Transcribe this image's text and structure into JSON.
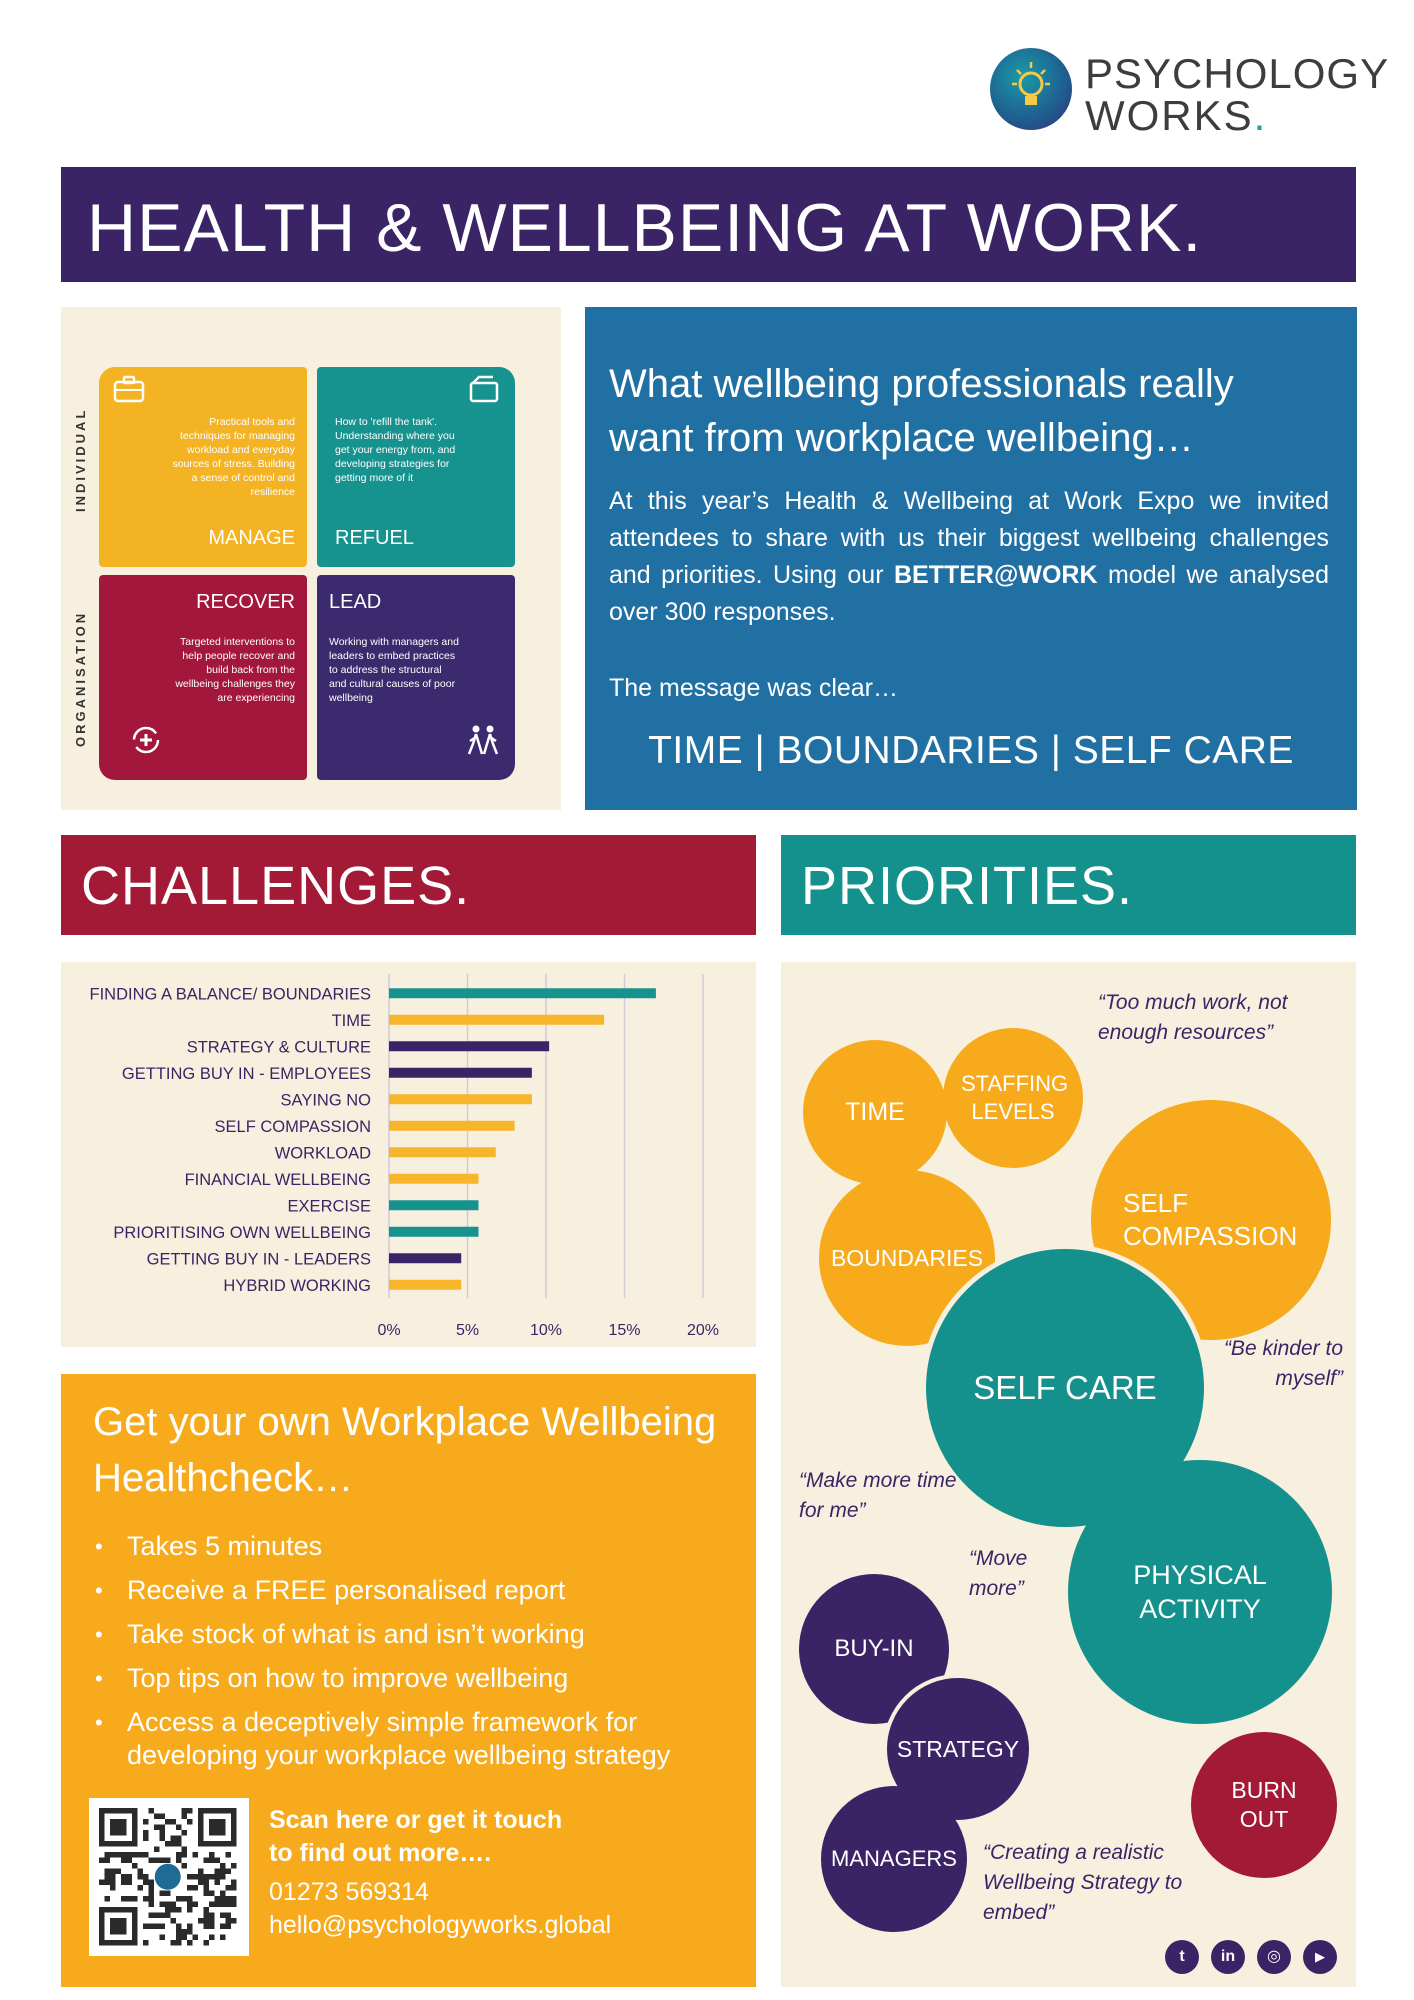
{
  "logo": {
    "line1": "PSYCHOLOGY",
    "line2": "WORKS",
    "dot": "."
  },
  "title": "HEALTH & WELLBEING AT WORK.",
  "model": {
    "axis_individual": "INDIVIDUAL",
    "axis_organisation": "ORGANISATION",
    "manage": {
      "title": "MANAGE",
      "desc": "Practical tools and techniques for managing workload and everyday sources of stress. Building a sense of control and resilience"
    },
    "refuel": {
      "title": "REFUEL",
      "desc": "How to 'refill the tank'. Understanding where you get your energy from, and developing strategies for getting more of it"
    },
    "recover": {
      "title": "RECOVER",
      "desc": "Targeted interventions to help people recover and build back from the wellbeing challenges they are experiencing"
    },
    "lead": {
      "title": "LEAD",
      "desc": "Working with managers and leaders to embed practices to address the structural and cultural causes of poor wellbeing"
    },
    "icons": [
      "briefcase-icon",
      "fuel-can-icon",
      "recovery-cycle-icon",
      "people-walking-icon"
    ]
  },
  "intro": {
    "heading": "What wellbeing professionals really want from workplace wellbeing…",
    "body_pre": "At this year’s Health & Wellbeing at Work Expo we invited attendees to share with us their biggest wellbeing challenges and priorities. Using our ",
    "body_bold": "BETTER@WORK",
    "body_post": " model we analysed over 300 responses.",
    "message": "The message was clear…",
    "keywords": "TIME | BOUNDARIES | SELF CARE"
  },
  "challenges_heading": "CHALLENGES.",
  "priorities_heading": "PRIORITIES.",
  "chart_data": {
    "type": "bar",
    "orientation": "horizontal",
    "categories": [
      "FINDING A BALANCE/ BOUNDARIES",
      "TIME",
      "STRATEGY & CULTURE",
      "GETTING BUY IN - EMPLOYEES",
      "SAYING NO",
      "SELF COMPASSION",
      "WORKLOAD",
      "FINANCIAL WELLBEING",
      "EXERCISE",
      "PRIORITISING OWN WELLBEING",
      "GETTING BUY IN - LEADERS",
      "HYBRID WORKING"
    ],
    "values": [
      17,
      13.7,
      10.2,
      9.1,
      9.1,
      8.0,
      6.8,
      5.7,
      5.7,
      5.7,
      4.6,
      4.6
    ],
    "bar_colors": [
      "#17938f",
      "#f7b52b",
      "#3b2466",
      "#3b2466",
      "#f7b52b",
      "#f7b52b",
      "#f7b52b",
      "#f7b52b",
      "#17938f",
      "#17938f",
      "#3b2466",
      "#f7b52b"
    ],
    "xticks": [
      "0%",
      "5%",
      "10%",
      "15%",
      "20%"
    ],
    "xlim": [
      0,
      20
    ],
    "grid": true,
    "title": "",
    "xlabel": "",
    "ylabel": ""
  },
  "healthcheck": {
    "heading": "Get your own Workplace Wellbeing Healthcheck…",
    "bullets": [
      "Takes 5 minutes",
      "Receive a FREE personalised report",
      "Take stock of what is and isn’t working",
      "Top tips on how to improve wellbeing",
      "Access a deceptively simple framework for developing your workplace wellbeing strategy"
    ],
    "scan_line1": "Scan here or get it touch",
    "scan_line2": "to find out more….",
    "phone": "01273 569314",
    "email": "hello@psychologyworks.global"
  },
  "priorities": {
    "bubbles": {
      "time": "TIME",
      "staffing": "STAFFING LEVELS",
      "self_compassion": "SELF COMPASSION",
      "boundaries": "BOUNDARIES",
      "self_care": "SELF CARE",
      "physical_activity": "PHYSICAL ACTIVITY",
      "buy_in": "BUY-IN",
      "strategy": "STRATEGY",
      "managers": "MANAGERS",
      "burn_out": "BURN OUT"
    },
    "quotes": {
      "q1": "“Too much work, not enough resources”",
      "q2": "“Be kinder to myself”",
      "q3": "“Make more time for me”",
      "q4": "“Move more”",
      "q5": "“Creating a realistic Wellbeing Strategy to embed”"
    },
    "colors": {
      "yellow": "#f7aa1b",
      "teal": "#14908d",
      "purple": "#3b2466",
      "crimson": "#a21a36"
    }
  },
  "social": {
    "twitter": "t",
    "linkedin": "in",
    "instagram": "◎",
    "youtube": "▶"
  }
}
